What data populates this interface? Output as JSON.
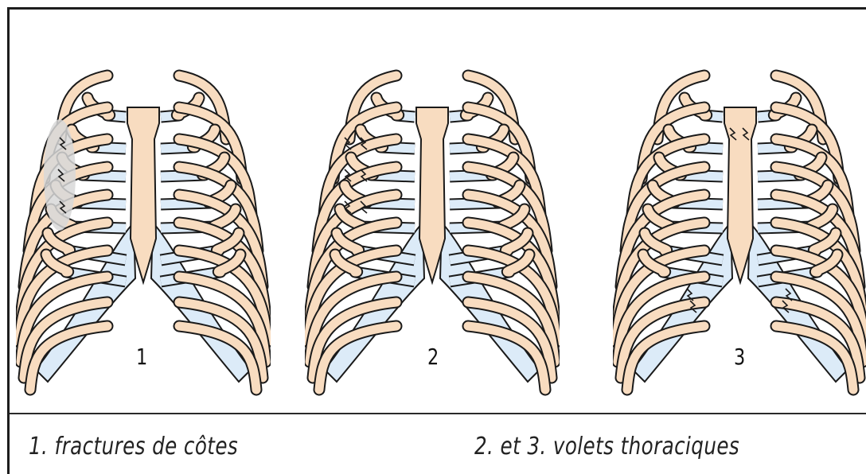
{
  "figures": [
    {
      "number": "1",
      "fracture_type": "isolated-rib-fractures"
    },
    {
      "number": "2",
      "fracture_type": "lateral-flail-chest"
    },
    {
      "number": "3",
      "fracture_type": "anterior-flail-chest"
    }
  ],
  "captions": {
    "left": "1. fractures de côtes",
    "right": "2. et 3. volets thoraciques"
  },
  "colors": {
    "bone": "#f8dcc0",
    "cartilage": "#dcebf8",
    "outline": "#1a1a1a",
    "highlight": "#d8d8d8"
  }
}
